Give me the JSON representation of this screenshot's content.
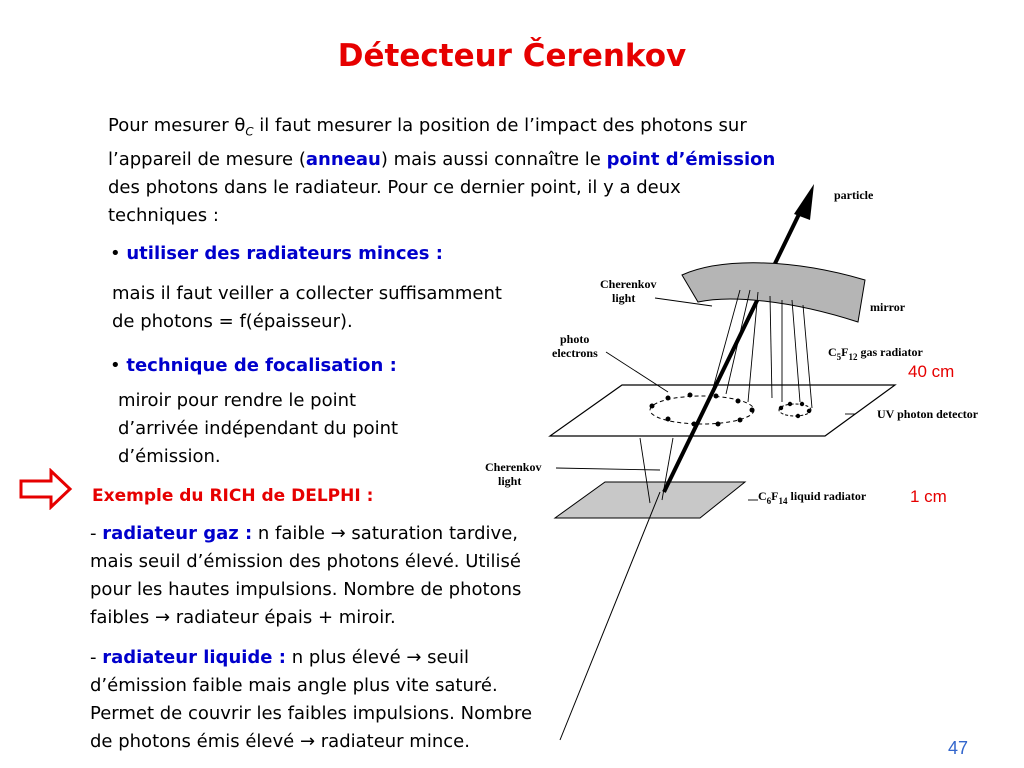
{
  "title": "Détecteur Čerenkov",
  "intro": {
    "p1": "Pour mesurer ",
    "theta": "θ",
    "theta_sub": "C",
    "p2": " il faut mesurer la position de l’impact des photons sur",
    "p3": "l’appareil de mesure (",
    "anneau": "anneau",
    "p4": ") mais aussi connaître le ",
    "point": "point d’émission",
    "p5": "des photons dans le radiateur. Pour ce dernier point, il y a deux",
    "p6": "techniques :"
  },
  "bullet1": {
    "title": "utiliser des radiateurs minces :",
    "line1": "mais il faut veiller a collecter suffisamment",
    "line2": "de photons = f(épaisseur)."
  },
  "bullet2": {
    "title": "technique de focalisation :",
    "line1": "miroir pour rendre le point",
    "line2": "d’arrivée indépendant du point",
    "line3": "d’émission."
  },
  "example": {
    "heading": "Exemple du RICH de DELPHI :",
    "gaz_dash": "- ",
    "gaz_label": "radiateur gaz :",
    "gaz_l1": " n faible → saturation tardive,",
    "gaz_l2": "mais seuil d’émission des photons élevé. Utilisé",
    "gaz_l3": "pour les hautes impulsions. Nombre de photons",
    "gaz_l4": "faibles → radiateur épais + miroir.",
    "liq_dash": "- ",
    "liq_label": "radiateur liquide :",
    "liq_l1": " n plus élevé → seuil",
    "liq_l2": "d’émission faible mais angle plus vite saturé.",
    "liq_l3": "Permet de couvrir les faibles impulsions. Nombre",
    "liq_l4": "de photons émis élevé → radiateur mince."
  },
  "diagram": {
    "particle": "particle",
    "cherenkov_top_1": "Cherenkov",
    "cherenkov_top_2": "light",
    "mirror": "mirror",
    "photo_1": "photo",
    "photo_2": "electrons",
    "gas_pre": "C",
    "gas_s1": "5",
    "gas_mid": "F",
    "gas_s2": "12",
    "gas_post": " gas radiator",
    "gas_size": "40 cm",
    "uv": "UV photon detector",
    "cherenkov_bot_1": "Cherenkov",
    "cherenkov_bot_2": "light",
    "liq_pre": "C",
    "liq_s1": "6",
    "liq_mid": "F",
    "liq_s2": "14",
    "liq_post": " liquid radiator",
    "liq_size": "1 cm"
  },
  "page_number": "47",
  "colors": {
    "title": "#e60000",
    "keyword": "#0000cc",
    "accent": "#e60000",
    "page_number": "#3366cc"
  },
  "icons": {
    "pointer": "hollow-right-arrow-icon"
  }
}
